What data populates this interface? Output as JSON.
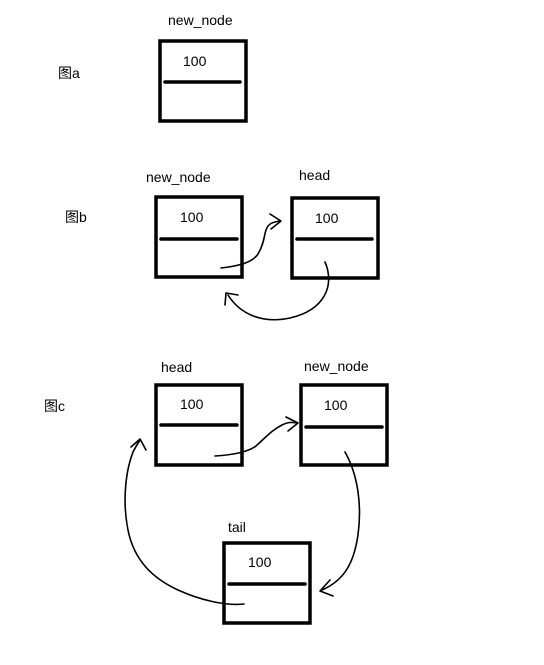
{
  "figures": {
    "a": {
      "caption": "图a",
      "nodes": {
        "new_node": {
          "name": "new_node",
          "value": "100"
        }
      }
    },
    "b": {
      "caption": "图b",
      "nodes": {
        "new_node": {
          "name": "new_node",
          "value": "100"
        },
        "head": {
          "name": "head",
          "value": "100"
        }
      }
    },
    "c": {
      "caption": "图c",
      "nodes": {
        "head": {
          "name": "head",
          "value": "100"
        },
        "new_node": {
          "name": "new_node",
          "value": "100"
        },
        "tail": {
          "name": "tail",
          "value": "100"
        }
      }
    }
  },
  "colors": {
    "stroke": "#000000",
    "background": "#ffffff"
  }
}
